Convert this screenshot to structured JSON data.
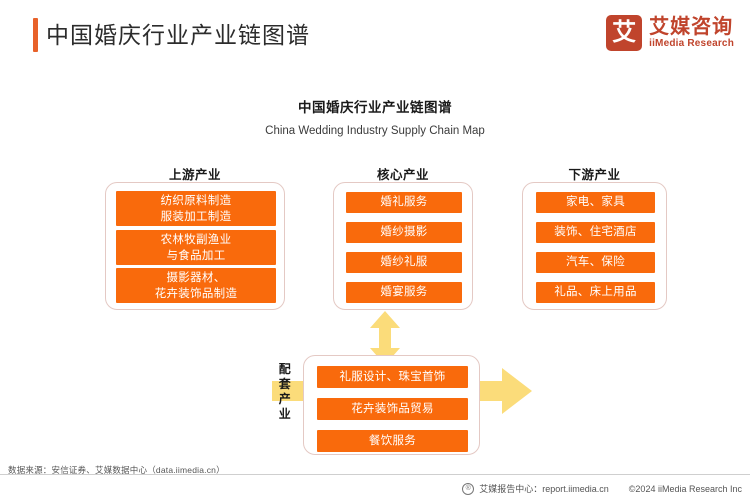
{
  "header": {
    "title": "中国婚庆行业产业链图谱",
    "accent_color": "#E8622A",
    "brand": {
      "mark_glyph": "艾",
      "name_cn": "艾媒咨询",
      "name_en": "iiMedia Research",
      "color": "#C0442C"
    }
  },
  "chart_title": {
    "cn": "中国婚庆行业产业链图谱",
    "en": "China Wedding Industry Supply Chain Map"
  },
  "palette": {
    "chip_orange": "#F96A0C",
    "arrow_yellow": "#FBDC7A",
    "box_border": "#E4C9C4"
  },
  "chart_data": {
    "type": "diagram",
    "title": "中国婚庆行业产业链图谱",
    "subtitle": "China Wedding Industry Supply Chain Map",
    "groups": [
      {
        "id": "upstream",
        "heading": "上游产业",
        "items": [
          "纺织原料制造\n服装加工制造",
          "农林牧副渔业\n与食品加工",
          "摄影器材、\n花卉装饰品制造"
        ]
      },
      {
        "id": "core",
        "heading": "核心产业",
        "items": [
          "婚礼服务",
          "婚纱摄影",
          "婚纱礼服",
          "婚宴服务"
        ]
      },
      {
        "id": "downstream",
        "heading": "下游产业",
        "items": [
          "家电、家具",
          "装饰、住宅酒店",
          "汽车、保险",
          "礼品、床上用品"
        ]
      },
      {
        "id": "supporting",
        "heading": "配套产业",
        "items": [
          "礼服设计、珠宝首饰",
          "花卉装饰品贸易",
          "餐饮服务"
        ]
      }
    ],
    "connections": [
      {
        "from": "upstream",
        "to": "core",
        "direction": "right"
      },
      {
        "from": "core",
        "to": "downstream",
        "direction": "right"
      },
      {
        "from": "supporting",
        "to": "core",
        "direction": "both-vertical"
      }
    ]
  },
  "upstream": {
    "heading": "上游产业",
    "items": [
      {
        "line1": "纺织原料制造",
        "line2": "服装加工制造"
      },
      {
        "line1": "农林牧副渔业",
        "line2": "与食品加工"
      },
      {
        "line1": "摄影器材、",
        "line2": "花卉装饰品制造"
      }
    ]
  },
  "core": {
    "heading": "核心产业",
    "items": [
      {
        "label": "婚礼服务"
      },
      {
        "label": "婚纱摄影"
      },
      {
        "label": "婚纱礼服"
      },
      {
        "label": "婚宴服务"
      }
    ]
  },
  "downstream": {
    "heading": "下游产业",
    "items": [
      {
        "label": "家电、家具"
      },
      {
        "label": "装饰、住宅酒店"
      },
      {
        "label": "汽车、保险"
      },
      {
        "label": "礼品、床上用品"
      }
    ]
  },
  "supporting": {
    "heading": "配套产业",
    "heading_chars": [
      "配",
      "套",
      "产",
      "业"
    ],
    "items": [
      {
        "label": "礼服设计、珠宝首饰"
      },
      {
        "label": "花卉装饰品贸易"
      },
      {
        "label": "餐饮服务"
      }
    ]
  },
  "footer": {
    "source": "数据来源：安信证券、艾媒数据中心（data.iimedia.cn）",
    "report_center": "艾媒报告中心：report.iimedia.cn",
    "copyright": "©2024  iiMedia Research Inc"
  }
}
